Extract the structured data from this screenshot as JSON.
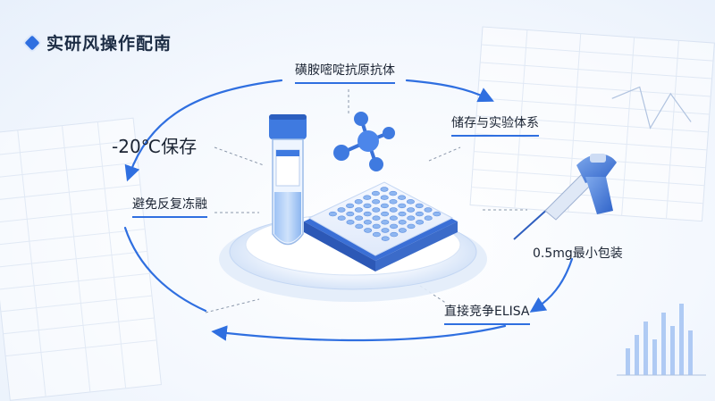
{
  "header": {
    "title": "实研风操作配南"
  },
  "labels": {
    "top": "磺胺嘧啶抗原抗体",
    "storage": "储存与实验体系",
    "temp": "-20℃保存",
    "freeze": "避免反复冻融",
    "pack": "0.5mg最小包装",
    "method": "直接竞争ELISA"
  },
  "colors": {
    "accent": "#2f6fe0",
    "dark": "#1b2433",
    "light": "#dbe8fb"
  },
  "icons": [
    "diamond-icon",
    "test-tube-icon",
    "molecule-icon",
    "microplate-icon",
    "pipette-icon",
    "cycle-arrow-icon",
    "spreadsheet-icon",
    "bar-chart-icon"
  ]
}
